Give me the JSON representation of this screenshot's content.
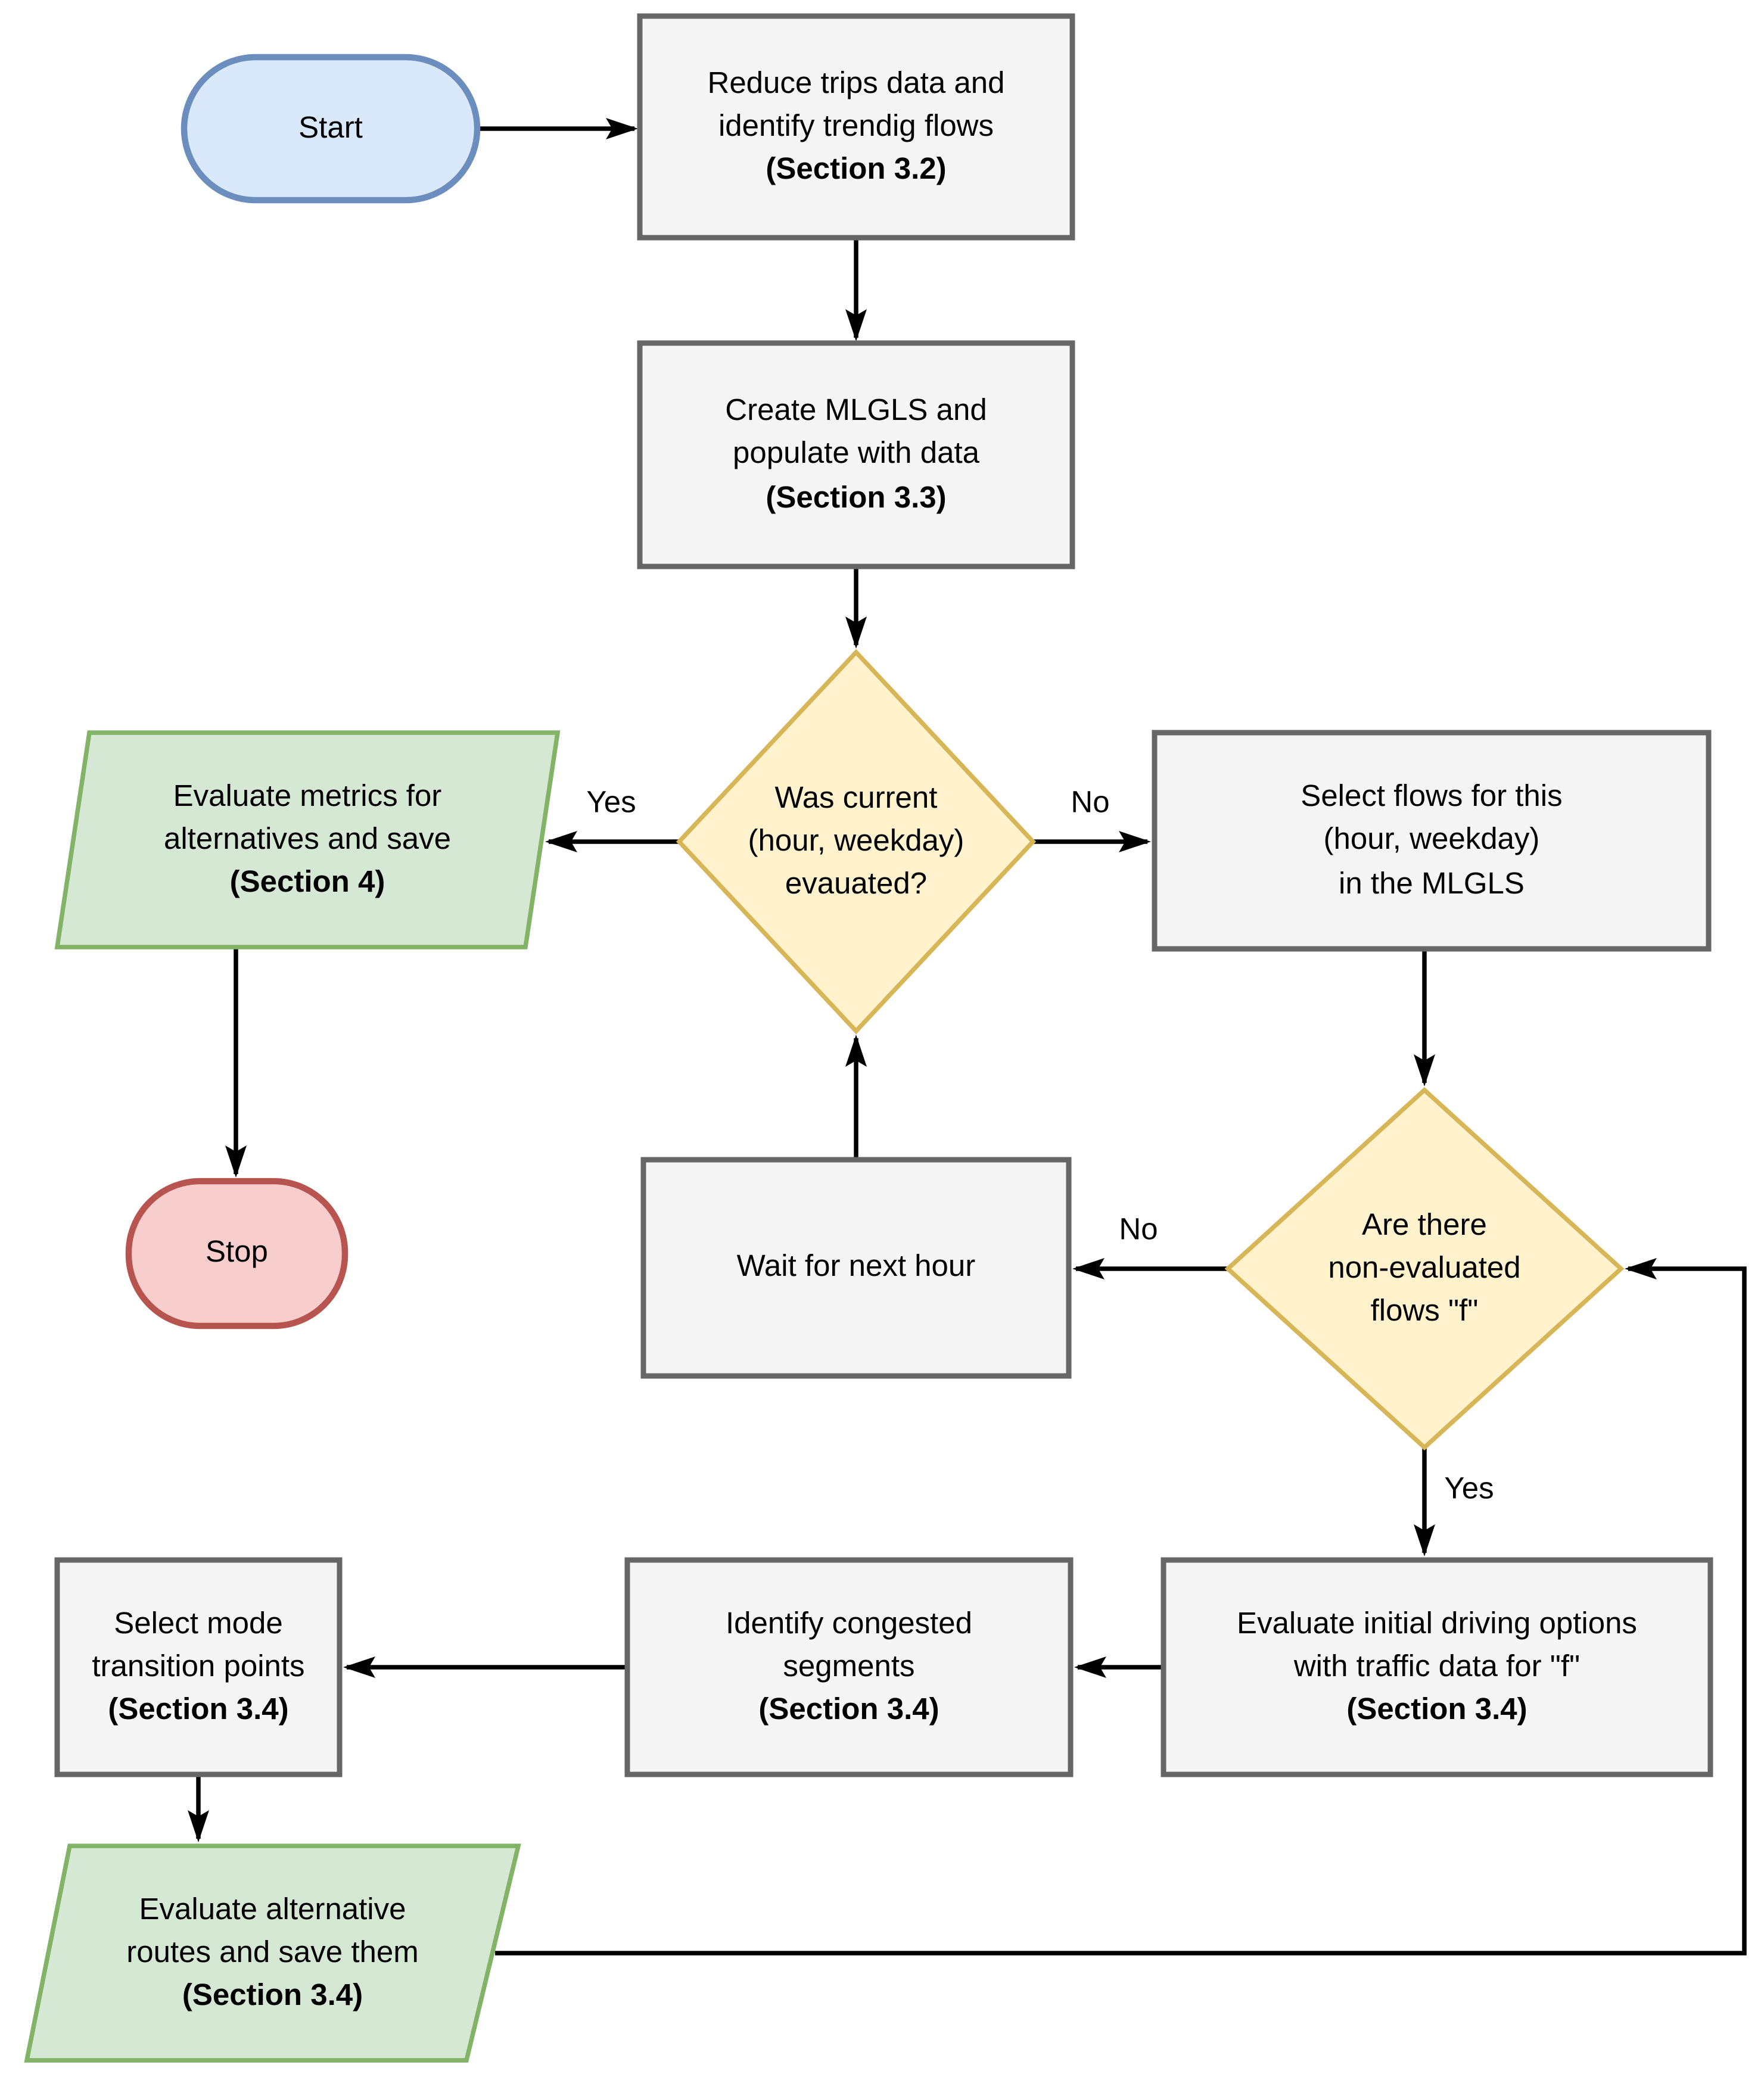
{
  "nodes": {
    "start": {
      "label": "Start"
    },
    "reduce_trips": {
      "text": "Reduce trips data and\nidentify trendig flows",
      "section": "(Section 3.2)"
    },
    "create_mlgls": {
      "text": "Create MLGLS and\npopulate with data",
      "section": "(Section 3.3)"
    },
    "was_current_evaluated": {
      "text": "Was current\n(hour, weekday)\nevauated?"
    },
    "evaluate_metrics": {
      "text": "Evaluate metrics for\nalternatives and save",
      "section": "(Section 4)"
    },
    "select_flows": {
      "text": "Select flows for this\n(hour, weekday)\nin the MLGLS"
    },
    "stop": {
      "label": "Stop"
    },
    "wait_next_hour": {
      "text": "Wait for next hour"
    },
    "non_evaluated_flows": {
      "text": "Are there\nnon-evaluated\nflows \"f\""
    },
    "evaluate_driving": {
      "text": "Evaluate initial driving options\nwith traffic data for \"f\"",
      "section": "(Section 3.4)"
    },
    "identify_congested": {
      "text": "Identify congested\nsegments",
      "section": "(Section 3.4)"
    },
    "select_transition": {
      "text": "Select mode\ntransition points",
      "section": "(Section 3.4)"
    },
    "evaluate_alternative": {
      "text": "Evaluate alternative\nroutes and save them",
      "section": "(Section 3.4)"
    }
  },
  "edge_labels": {
    "d1_yes": "Yes",
    "d1_no": "No",
    "d2_no": "No",
    "d2_yes": "Yes"
  },
  "colors": {
    "process_fill": "#f5f5f5",
    "process_stroke": "#666666",
    "decision_fill": "#fff2cc",
    "decision_stroke": "#d6b656",
    "io_fill": "#d5e8d4",
    "io_stroke": "#82b366",
    "start_fill": "#dae8fc",
    "start_stroke": "#6c8ebf",
    "stop_fill": "#f8cecc",
    "stop_stroke": "#b85450",
    "arrow": "#000000"
  }
}
